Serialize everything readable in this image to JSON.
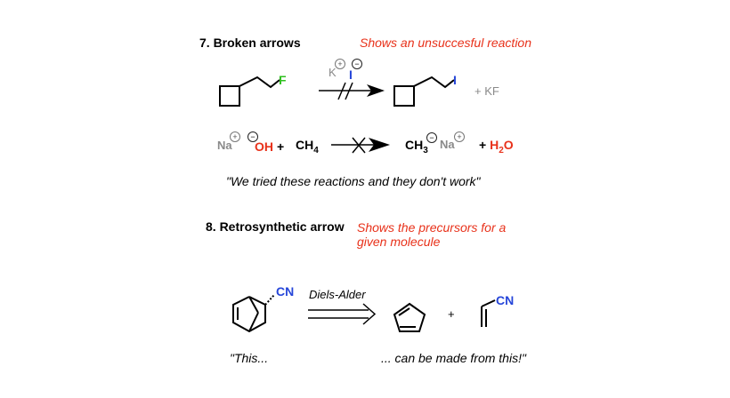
{
  "section7": {
    "heading": "7. Broken arrows",
    "note": "Shows an unsuccesful reaction",
    "reaction1": {
      "reactant_atom": "F",
      "reagent_cation": "K",
      "reagent_anion": "I",
      "product_atom": "I",
      "byproduct": "+ KF"
    },
    "reaction2": {
      "na1": "Na",
      "oh": "OH",
      "plus1": "+",
      "ch4_main": "CH",
      "ch4_sub": "4",
      "ch3_main": "CH",
      "ch3_sub": "3",
      "na2": "Na",
      "water_plus": "+",
      "water_h": "H",
      "water_sub": "2",
      "water_o": "O"
    },
    "quote": "\"We tried these reactions and they don't work\""
  },
  "section8": {
    "heading": "8. Retrosynthetic arrow",
    "note_line1": "Shows the precursors for a",
    "note_line2": "given molecule",
    "product_label": "CN",
    "arrow_label": "Diels-Alder",
    "plus": "+",
    "dienophile_label": "CN",
    "quote_left": "\"This...",
    "quote_right": "... can be made from this!\""
  },
  "colors": {
    "note_red": "#e8311a",
    "fluorine_green": "#2fbf1f",
    "iodine_blue": "#2646d9",
    "nitrile_blue": "#2646d9",
    "reagent_grey": "#8a8a8a",
    "water_red": "#e8311a"
  }
}
